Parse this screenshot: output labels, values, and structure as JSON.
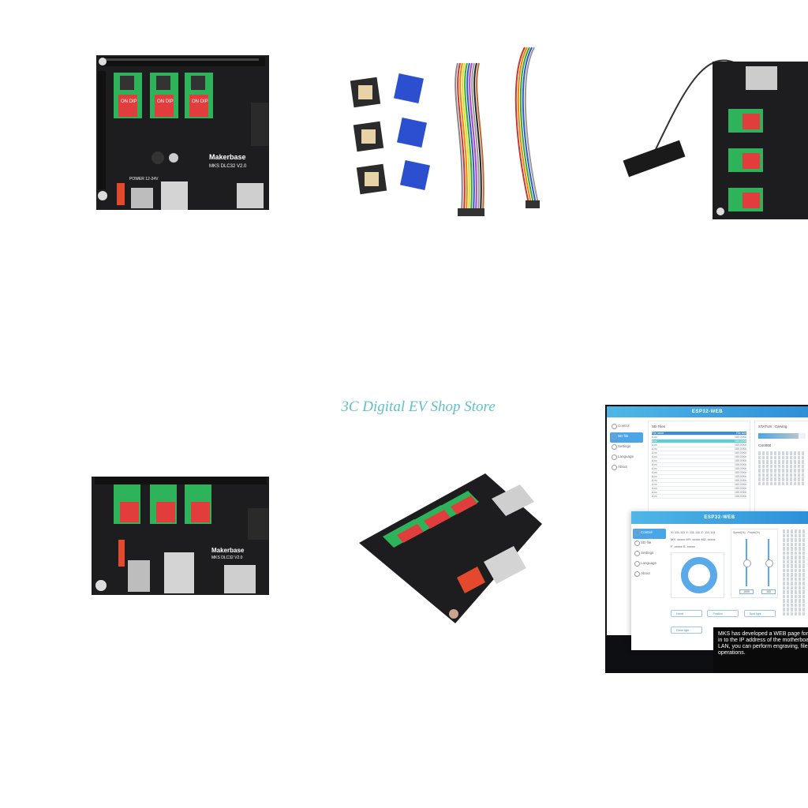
{
  "watermark": {
    "text": "3C Digital EV Shop Store"
  },
  "board_top": {
    "brand": "Makerbase",
    "model": "MKS DLC32 V2.0",
    "dip_label": "ON DIP",
    "power_label": "POWER 12-24V"
  },
  "board_iso": {
    "brand": "Makerbase",
    "model": "MKS DLC32 V2.0"
  },
  "web_ui": {
    "title": "ESP32-WEB",
    "nav": [
      "Control",
      "SD file",
      "Settings",
      "Language",
      "About"
    ],
    "files_title": "SD Files",
    "table_header": [
      "File name",
      "File size"
    ],
    "file_rows": [
      [
        "A.nc",
        "180.00Kb"
      ],
      [
        "A.nc",
        "180.00Kb"
      ],
      [
        "A.nc",
        "180.00Kb"
      ],
      [
        "A.nc",
        "180.00Kb"
      ],
      [
        "A.nc",
        "180.00Kb"
      ],
      [
        "A.nc",
        "180.00Kb"
      ],
      [
        "A.nc",
        "180.00Kb"
      ],
      [
        "A.nc",
        "180.00Kb"
      ],
      [
        "A.nc",
        "180.00Kb"
      ],
      [
        "A.nc",
        "180.00Kb"
      ],
      [
        "A.nc",
        "180.00Kb"
      ],
      [
        "A.nc",
        "180.00Kb"
      ],
      [
        "A.nc",
        "180.00Kb"
      ],
      [
        "A.nc",
        "180.00Kb"
      ],
      [
        "A.nc",
        "180.00Kb"
      ],
      [
        "A.nc",
        "180.00Kb"
      ]
    ],
    "status_label": "STATUS : Carving",
    "status_value": "CS0000",
    "coords": [
      "X: 111.111",
      "Y: 111.111",
      "Z: 111.111",
      "MX: xxxxx",
      "MY: xxxxx",
      "MZ: xxxxx",
      "F: xxxxx",
      "S: xxxxx"
    ],
    "speed_labels": [
      "Speed(%)",
      "Power(%)"
    ],
    "slider_values": [
      "1000",
      "100"
    ],
    "actions": [
      "Home",
      "Position",
      "Spot light",
      "Close light"
    ],
    "caption": [
      "MKS has developed a WEB page for D",
      "in to the IP address of the motherboa",
      "LAN, you can perform engraving, file",
      "operations."
    ]
  }
}
